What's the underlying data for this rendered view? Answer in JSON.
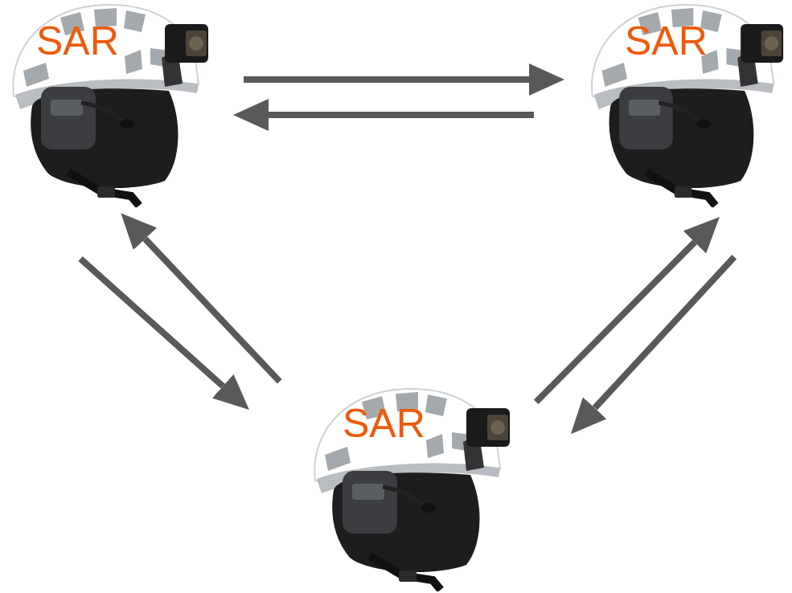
{
  "diagram": {
    "nodes": [
      {
        "text": [
          "SAR"
        ]
      },
      {
        "text": [
          "SAR"
        ]
      },
      {
        "text": [
          "SAR"
        ]
      }
    ],
    "edges": [
      {
        "from": 0,
        "to": 1,
        "arrow": "to"
      },
      {
        "from": 1,
        "to": 0,
        "arrow": "to"
      },
      {
        "from": 0,
        "to": 2,
        "arrow": "to"
      },
      {
        "from": 2,
        "to": 0,
        "arrow": "to"
      },
      {
        "from": 2,
        "to": 1,
        "arrow": "to"
      },
      {
        "from": 1,
        "to": 2,
        "arrow": "to"
      }
    ]
  }
}
